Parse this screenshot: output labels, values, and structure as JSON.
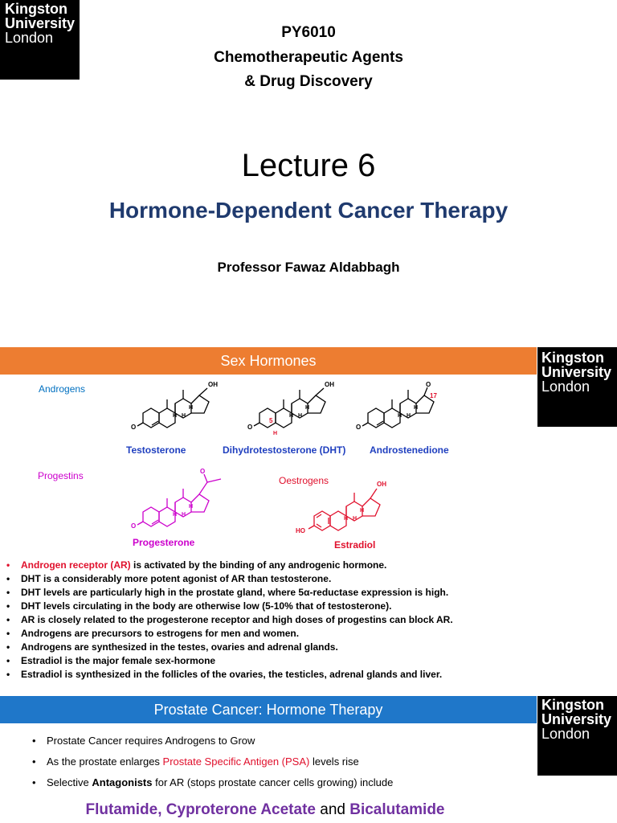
{
  "slide1": {
    "logo": {
      "line1": "Kingston",
      "line2": "University",
      "line3": "London"
    },
    "course_code": "PY6010",
    "course_title_1": "Chemotherapeutic Agents",
    "course_title_2": "& Drug Discovery",
    "lecture": "Lecture 6",
    "subtitle": "Hormone-Dependent Cancer Therapy",
    "presenter": "Professor Fawaz Aldabbagh"
  },
  "slide2": {
    "banner": "Sex Hormones",
    "logo": {
      "line1": "Kingston",
      "line2": "University",
      "line3": "London"
    },
    "groups": {
      "androgens": "Androgens",
      "progestins": "Progestins",
      "oestrogens": "Oestrogens"
    },
    "molecules": {
      "testosterone": "Testosterone",
      "dht": "Dihydrotestosterone (DHT)",
      "androstenedione": "Androstenedione",
      "progesterone": "Progesterone",
      "estradiol": "Estradiol"
    },
    "atoms": {
      "oh": "OH",
      "o": "O",
      "h": "H",
      "ho": "HO",
      "five": "5",
      "seventeen": "17"
    },
    "bullets": {
      "b1_red": "Androgen receptor (AR)",
      "b1_rest": " is activated by the binding of any androgenic hormone.",
      "b2": "DHT is a considerably more potent agonist of AR than testosterone.",
      "b3": "DHT levels are particularly high in the prostate gland, where 5α-reductase expression is high.",
      "b4": "DHT levels circulating in the body are otherwise low (5-10% that of testosterone).",
      "b5": "AR is closely related to the progesterone receptor and high doses of progestins can block AR.",
      "b6": "Androgens are precursors to estrogens for men and women.",
      "b7": "Androgens are synthesized in the testes, ovaries and adrenal glands.",
      "b8": "Estradiol is the major female sex-hormone",
      "b9": "Estradiol is synthesized in the follicles of the ovaries, the testicles, adrenal glands and liver."
    },
    "colors": {
      "banner": "#ed7d31",
      "androgens": "#0070c0",
      "progestins": "#cc00cc",
      "oestrogens": "#e0102c",
      "molecule_blue": "#1f3fbf"
    }
  },
  "slide3": {
    "banner": "Prostate Cancer: Hormone Therapy",
    "logo": {
      "line1": "Kingston",
      "line2": "University",
      "line3": "London"
    },
    "bullets": {
      "b1": "Prostate Cancer requires Androgens to Grow",
      "b2_pre": "As the prostate enlarges ",
      "b2_red": "Prostate Specific Antigen (PSA)",
      "b2_post": " levels rise",
      "b3_pre": "Selective ",
      "b3_bold": "Antagonists",
      "b3_post": " for AR (stops prostate cancer cells growing) include"
    },
    "drugs": {
      "d1": "Flutamide, Cyproterone Acetate",
      "and": " and ",
      "d2": "Bicalutamide"
    },
    "colors": {
      "banner": "#1f77c9",
      "drugs": "#7030a0"
    }
  }
}
